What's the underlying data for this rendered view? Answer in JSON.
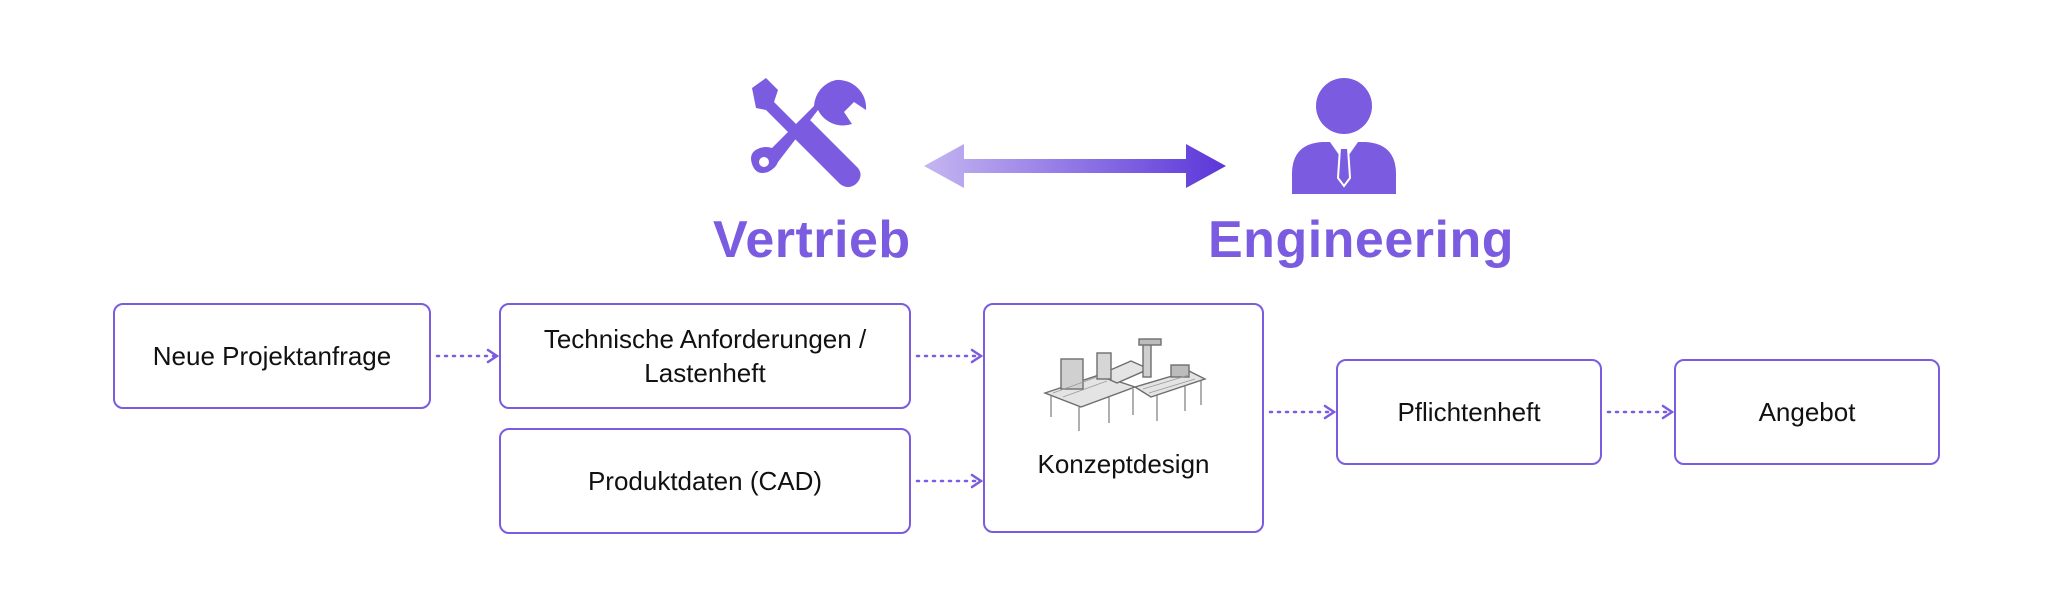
{
  "colors": {
    "accent": "#7b5ce0",
    "arrow_light": "#c5b6f1",
    "arrow_dark": "#5b36d9",
    "connector": "#7b5ce0"
  },
  "roles": {
    "left": {
      "label": "Vertrieb",
      "icon": "tools-icon"
    },
    "right": {
      "label": "Engineering",
      "icon": "person-icon"
    },
    "exchange_icon": "double-arrow-icon"
  },
  "flow": {
    "neue_projektanfrage": "Neue Projektanfrage",
    "technische_anforderungen": "Technische Anforderungen /\nLastenheft",
    "produktdaten": "Produktdaten (CAD)",
    "konzeptdesign": "Konzeptdesign",
    "konzeptdesign_image": "machine-layout-icon",
    "pflichtenheft": "Pflichtenheft",
    "angebot": "Angebot"
  }
}
